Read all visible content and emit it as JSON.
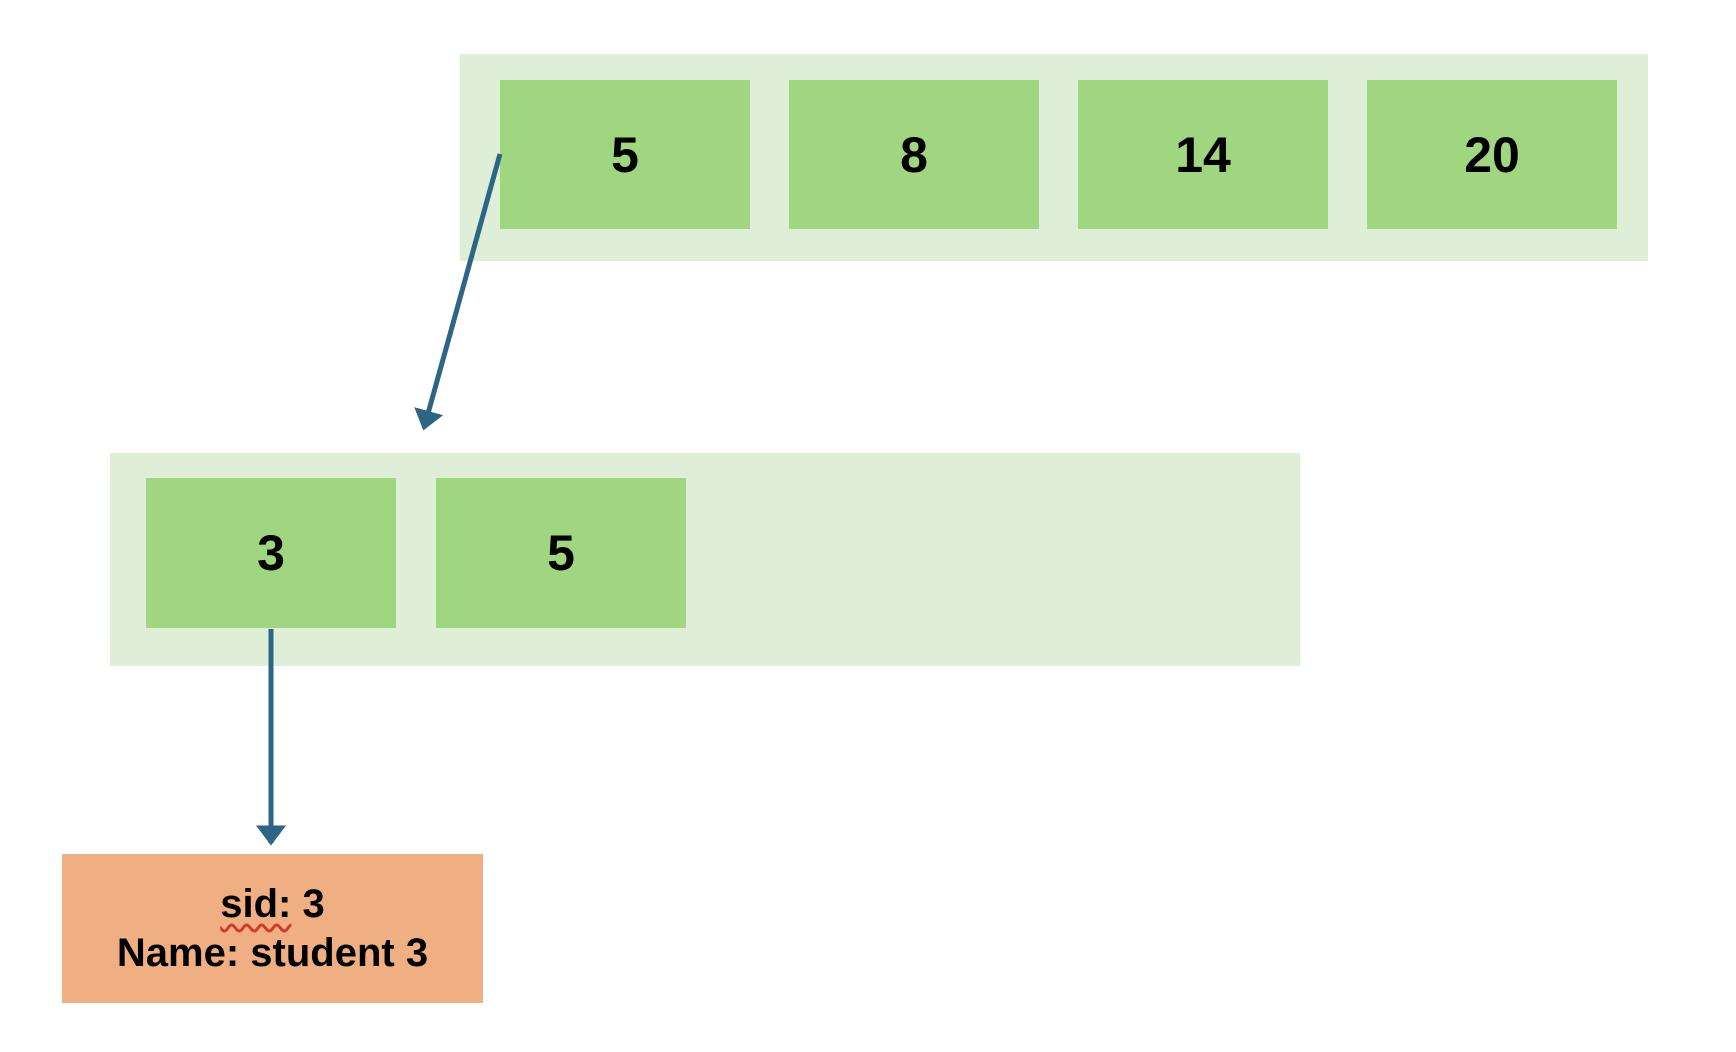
{
  "diagram": {
    "description_type": "btree-index-diagram",
    "index": {
      "root": {
        "cells": [
          {
            "value": "5"
          },
          {
            "value": "8"
          },
          {
            "value": "14"
          },
          {
            "value": "20"
          }
        ]
      },
      "leaf": {
        "cells": [
          {
            "value": "3"
          },
          {
            "value": "5"
          }
        ]
      }
    },
    "record": {
      "sid_label": "sid:",
      "sid_rest": " 3",
      "name_line": "Name: student 3"
    }
  },
  "colors": {
    "canvas-bg": "#ffffff",
    "node-bg": "#dfeed6",
    "cell-bg": "#9fd67f",
    "record-bg": "#f0ae83",
    "arrow": "#2e6484",
    "text": "#000000",
    "squiggle": "#d03b2b"
  }
}
